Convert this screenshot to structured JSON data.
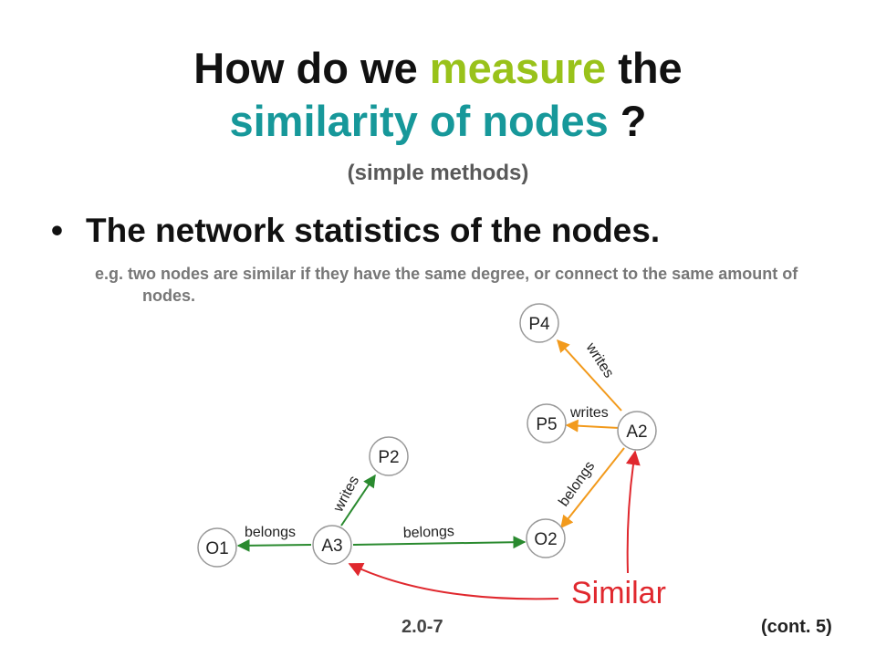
{
  "slide": {
    "title": {
      "part1": "How do we ",
      "part2": "measure",
      "part3": " the",
      "line2": "similarity of nodes",
      "line2_suffix": " ?"
    },
    "subtitle": "(simple methods)",
    "bullet_symbol": "•",
    "bullet": "The network statistics of the nodes.",
    "example": "e.g. two nodes are similar if they have the same degree, or connect to the same amount of nodes.",
    "footer_number": "2.0-7",
    "footer_cont": "(cont. 5)"
  },
  "colors": {
    "title_highlight_green": "#99c21a",
    "title_highlight_teal": "#17989a",
    "edge_green": "#2a8a2f",
    "edge_orange": "#f29a1c",
    "edge_red": "#e0282e"
  },
  "graph": {
    "nodes": {
      "P4": "P4",
      "P5": "P5",
      "A2": "A2",
      "P2": "P2",
      "O1": "O1",
      "A3": "A3",
      "O2": "O2"
    },
    "edges": [
      {
        "from": "A2",
        "to": "P4",
        "label": "writes",
        "color": "orange"
      },
      {
        "from": "A2",
        "to": "P5",
        "label": "writes",
        "color": "orange"
      },
      {
        "from": "A2",
        "to": "O2",
        "label": "belongs",
        "color": "orange"
      },
      {
        "from": "A3",
        "to": "P2",
        "label": "writes",
        "color": "green"
      },
      {
        "from": "A3",
        "to": "O1",
        "label": "belongs",
        "color": "green"
      },
      {
        "from": "A3",
        "to": "O2",
        "label": "belongs",
        "color": "green"
      }
    ],
    "similar_label": "Similar"
  }
}
